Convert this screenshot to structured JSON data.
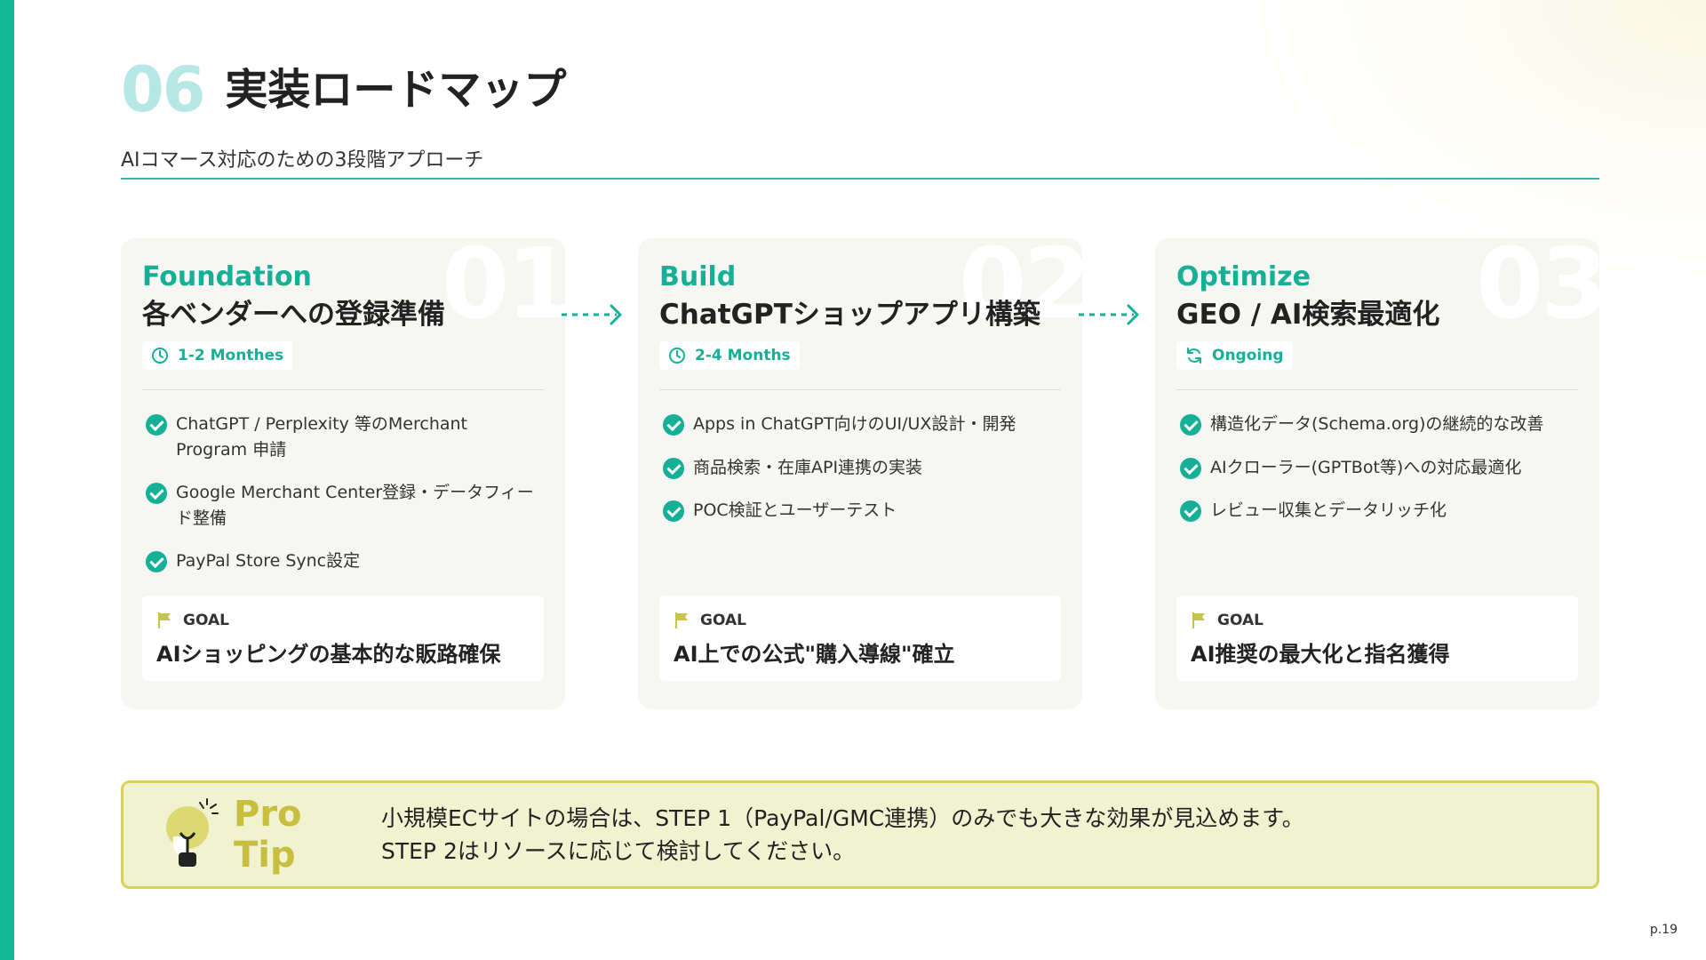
{
  "header": {
    "section_number": "06",
    "title": "実装ロードマップ",
    "subtitle": "AIコマース対応のための3段階アプローチ"
  },
  "colors": {
    "accent": "#16b096",
    "accent_light": "#b5e7e5",
    "tip_background": "#f1f2cf",
    "tip_border": "#d7d15e",
    "flag": "#c8c44a"
  },
  "stages": [
    {
      "number": "01",
      "label": "Foundation",
      "title": "各ベンダーへの登録準備",
      "duration_icon": "clock-icon",
      "duration": "1-2 Monthes",
      "tasks": [
        "ChatGPT / Perplexity 等のMerchant Program 申請",
        "Google Merchant Center登録・データフィード整備",
        "PayPal Store Sync設定"
      ],
      "goal_label": "GOAL",
      "goal": "AIショッピングの基本的な販路確保"
    },
    {
      "number": "02",
      "label": "Build",
      "title": "ChatGPTショップアプリ構築",
      "duration_icon": "clock-icon",
      "duration": "2-4 Months",
      "tasks": [
        "Apps in ChatGPT向けのUI/UX設計・開発",
        "商品検索・在庫API連携の実装",
        "POC検証とユーザーテスト"
      ],
      "goal_label": "GOAL",
      "goal": "AI上での公式\"購入導線\"確立"
    },
    {
      "number": "03",
      "label": "Optimize",
      "title": "GEO / AI検索最適化",
      "duration_icon": "refresh-icon",
      "duration": "Ongoing",
      "tasks": [
        "構造化データ(Schema.org)の継続的な改善",
        "AIクローラー(GPTBot等)への対応最適化",
        "レビュー収集とデータリッチ化"
      ],
      "goal_label": "GOAL",
      "goal": "AI推奨の最大化と指名獲得"
    }
  ],
  "pro_tip": {
    "icon": "lightbulb-icon",
    "label": "Pro Tip",
    "line1": "小規模ECサイトの場合は、STEP 1（PayPal/GMC連携）のみでも大きな効果が見込めます。",
    "line2": "STEP 2はリソースに応じて検討してください。"
  },
  "page_number": "p.19"
}
